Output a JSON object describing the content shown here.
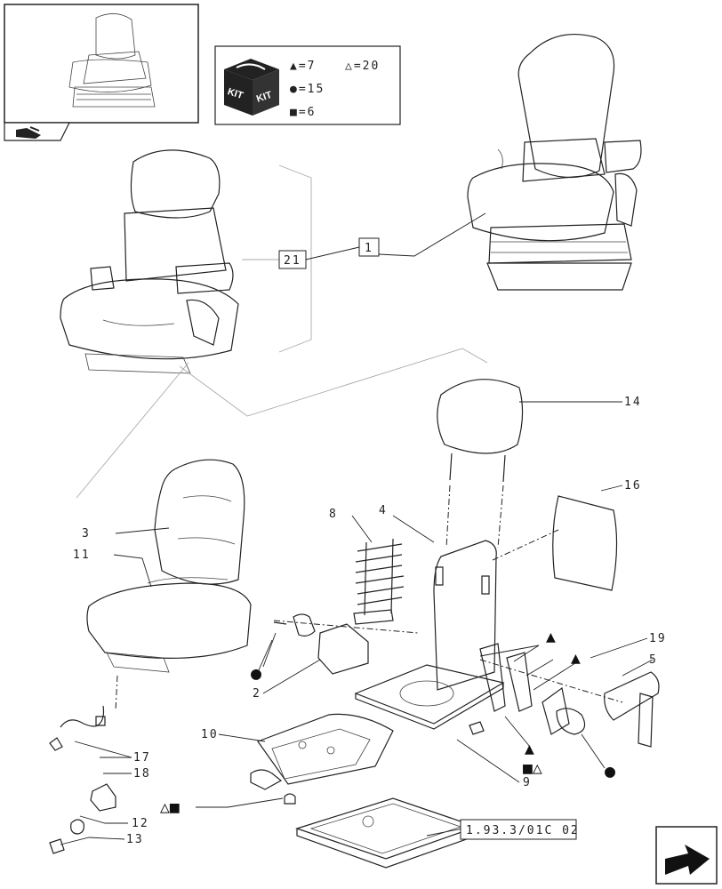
{
  "kit_legend": {
    "kit_text_1": "KIT",
    "kit_text_2": "KIT",
    "filled_triangle": "▲=7",
    "open_triangle": "△=20",
    "filled_circle": "●=15",
    "filled_square": "■=6"
  },
  "reference_boxes": {
    "assembly": "1",
    "seat_assembly": "21",
    "page_ref": "1.93.3/01C 02"
  },
  "part_labels": {
    "p2": "2",
    "p3": "3",
    "p4": "4",
    "p5": "5",
    "p8": "8",
    "p9": "9",
    "p10": "10",
    "p11": "11",
    "p12": "12",
    "p13": "13",
    "p14": "14",
    "p16": "16",
    "p17": "17",
    "p18": "18",
    "p19": "19"
  },
  "symbols": {
    "tri_a": "▲",
    "tri_b": "▲",
    "tri_c": "▲",
    "circle_left": "●",
    "circle_right": "●",
    "sq_tri_mid": "■△",
    "tri_sq_left": "△■"
  },
  "icons": [
    "seat-thumbnail",
    "seat-nav-icon",
    "kit-box-icon",
    "next-page-arrow-icon"
  ]
}
